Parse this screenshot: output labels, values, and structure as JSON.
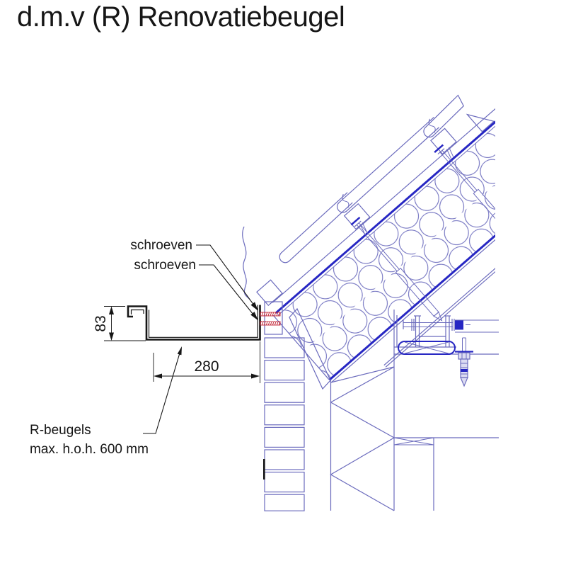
{
  "title": "d.m.v (R) Renovatiebeugel",
  "labels": {
    "screws_top": "schroeven",
    "screws_bottom": "schroeven",
    "bracket_line1": "R-beugels",
    "bracket_line2": "max. h.o.h. 600 mm"
  },
  "dimensions": {
    "gutter_height": "83",
    "gutter_width": "280"
  },
  "drawing": {
    "type": "construction-detail",
    "elements": [
      "roof-panel-with-insulation",
      "roof-tiles",
      "battens",
      "roof-screws",
      "gutter-profile",
      "renovation-bracket",
      "anchor-bolt",
      "brick-wall",
      "cavity-insulation",
      "red-fixing-screws",
      "foil"
    ]
  },
  "colors": {
    "ink": "#161616",
    "cad": "#6b6bbd",
    "cad_bold": "#2727c3",
    "cad_hatch": "#8a8acb",
    "screw_red": "#c42a3a",
    "background": "#ffffff"
  }
}
